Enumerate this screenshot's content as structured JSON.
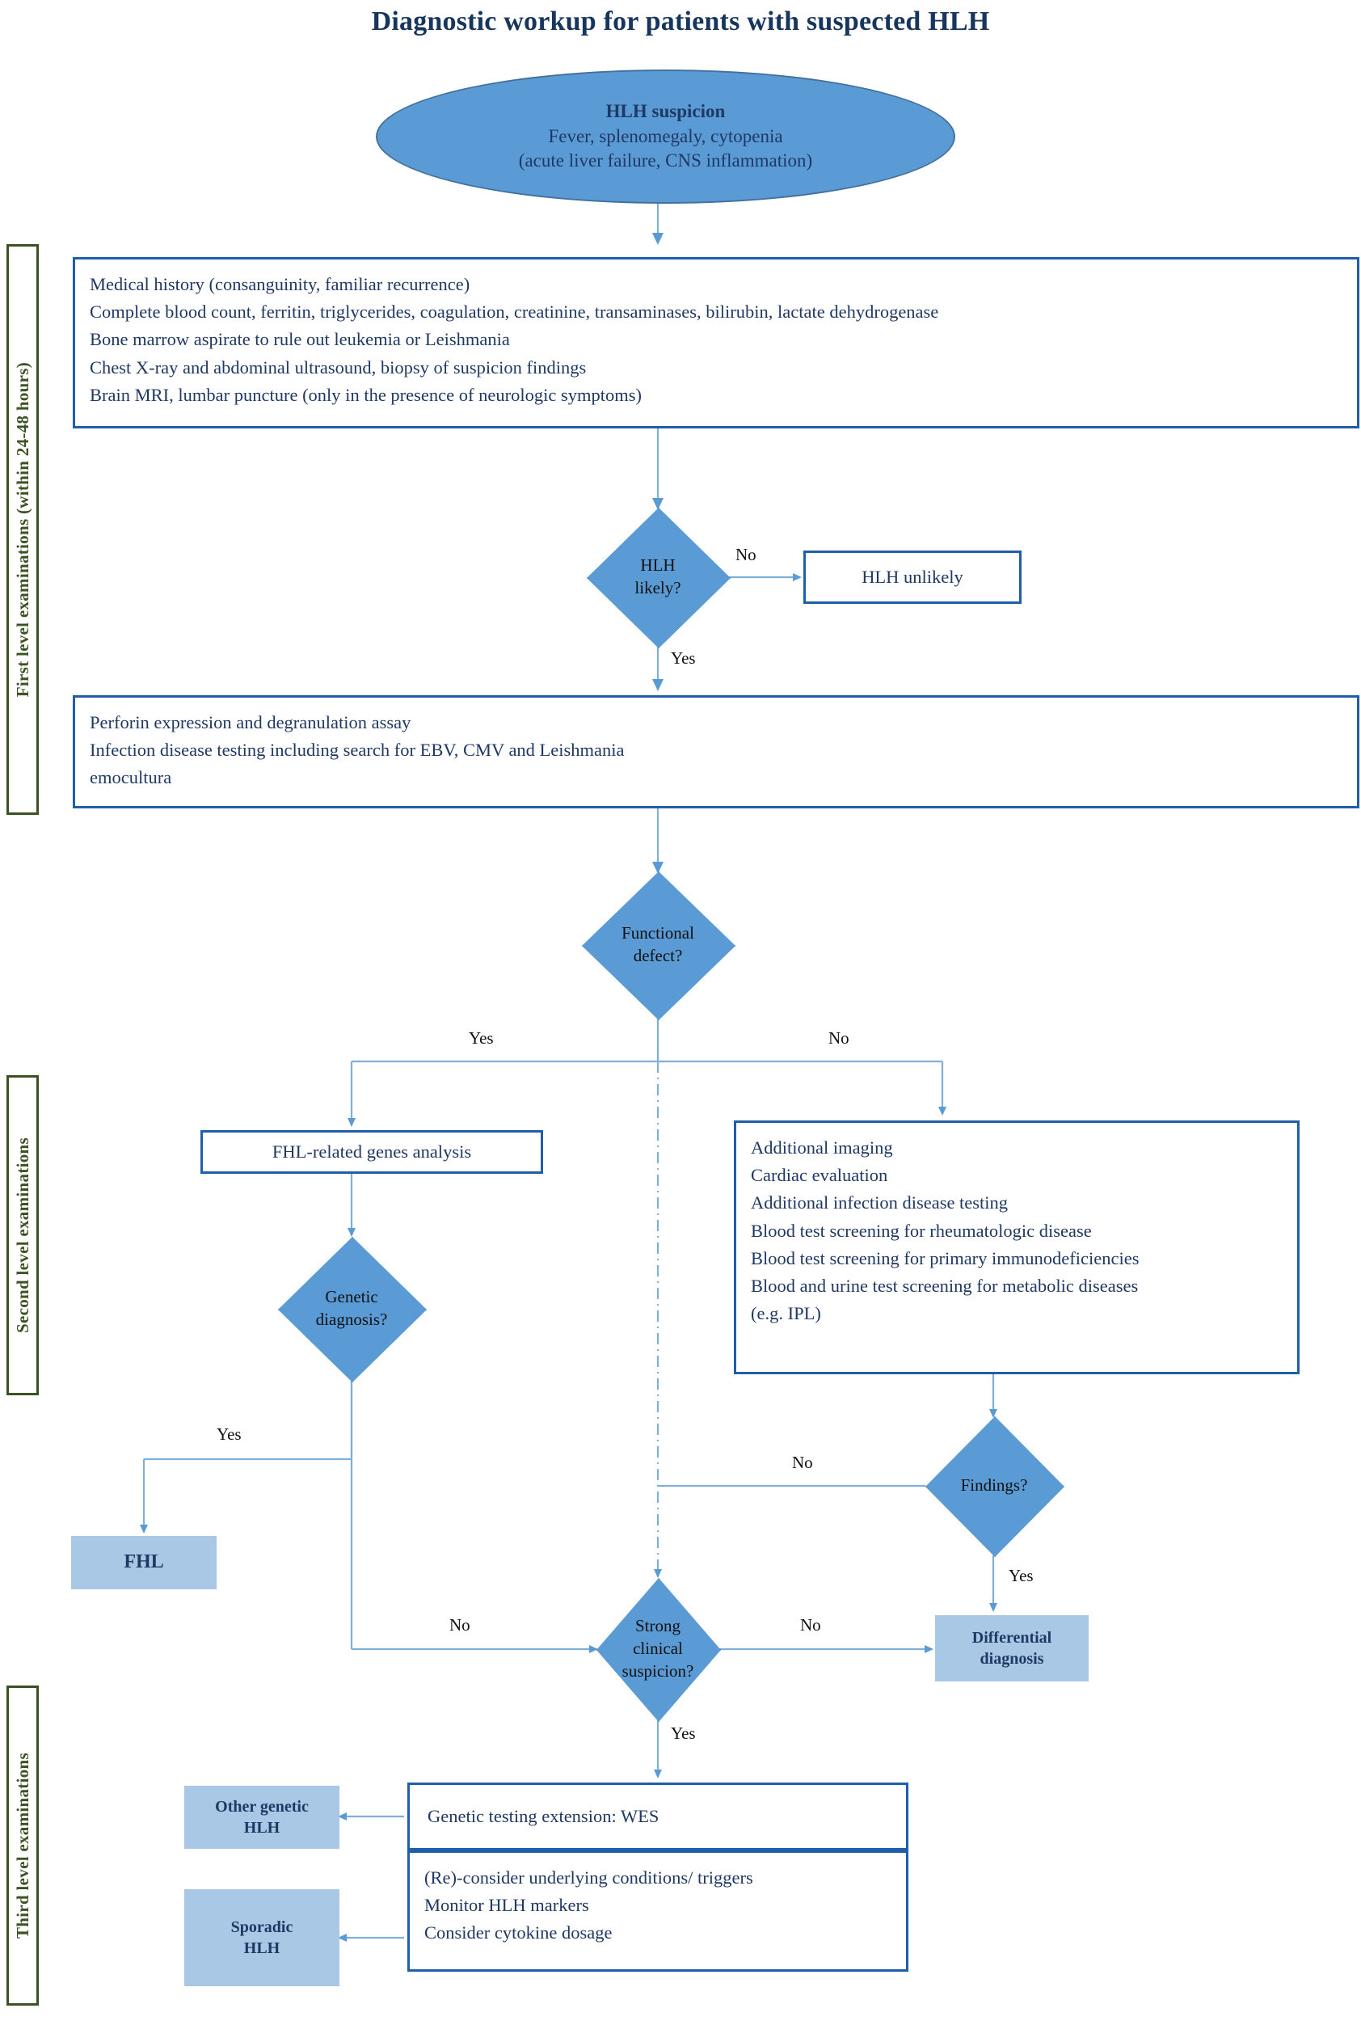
{
  "title": "Diagnostic workup for patients with suspected HLH",
  "colors": {
    "accent_blue": "#5B9BD5",
    "border_blue": "#1F5FA9",
    "text_navy": "#1F3864",
    "rail_green": "#3B5323",
    "terminal_fill": "#A8C8E5",
    "connector": "#7FAFD8"
  },
  "rails": {
    "first": "First level examinations (within 24-48 hours)",
    "second": "Second level examinations",
    "third": "Third level examinations"
  },
  "start": {
    "header": "HLH suspicion",
    "line1": "Fever, splenomegaly, cytopenia",
    "line2": "(acute liver failure, CNS inflammation)"
  },
  "first_level_box": {
    "lines": [
      "Medical history (consanguinity, familiar recurrence)",
      "Complete blood count, ferritin, triglycerides, coagulation, creatinine, transaminases, bilirubin, lactate dehydrogenase",
      "Bone marrow aspirate to rule out leukemia or Leishmania",
      "Chest X-ray and abdominal ultrasound, biopsy of suspicion findings",
      "Brain MRI, lumbar puncture (only in the presence of neurologic symptoms)"
    ]
  },
  "decision_hlh_likely": {
    "line1": "HLH",
    "line2": "likely?"
  },
  "hlh_unlikely_box": {
    "label": "HLH unlikely"
  },
  "second_box": {
    "lines": [
      "Perforin expression and degranulation assay",
      "Infection disease testing including search for EBV, CMV and Leishmania",
      "emocultura"
    ]
  },
  "decision_functional_defect": {
    "line1": "Functional",
    "line2": "defect?"
  },
  "fhl_genes_box": {
    "label": "FHL-related genes analysis"
  },
  "decision_genetic_diagnosis": {
    "line1": "Genetic",
    "line2": "diagnosis?"
  },
  "additional_box": {
    "lines": [
      "Additional imaging",
      "Cardiac evaluation",
      "Additional infection disease testing",
      "Blood test screening for rheumatologic disease",
      "Blood test screening for primary immunodeficiencies",
      "Blood and urine test screening for metabolic diseases",
      "(e.g. IPL)"
    ]
  },
  "decision_findings": {
    "line1": "Findings?"
  },
  "decision_strong_suspicion": {
    "line1": "Strong",
    "line2": "clinical",
    "line3": "suspicion?"
  },
  "fhl_terminal": {
    "label": "FHL"
  },
  "differential_terminal": {
    "line1": "Differential",
    "line2": "diagnosis"
  },
  "wes_box": {
    "label": "Genetic testing extension: WES"
  },
  "third_box": {
    "lines": [
      "(Re)-consider underlying conditions/ triggers",
      "Monitor HLH markers",
      "Consider cytokine dosage"
    ]
  },
  "other_genetic_terminal": {
    "line1": "Other genetic",
    "line2": "HLH"
  },
  "sporadic_terminal": {
    "line1": "Sporadic",
    "line2": "HLH"
  },
  "edge_labels": {
    "hlh_no": "No",
    "hlh_yes": "Yes",
    "fd_yes": "Yes",
    "fd_no": "No",
    "gd_yes": "Yes",
    "gd_no": "No",
    "find_no": "No",
    "find_yes": "Yes",
    "ss_no": "No",
    "ss_yes": "Yes"
  }
}
